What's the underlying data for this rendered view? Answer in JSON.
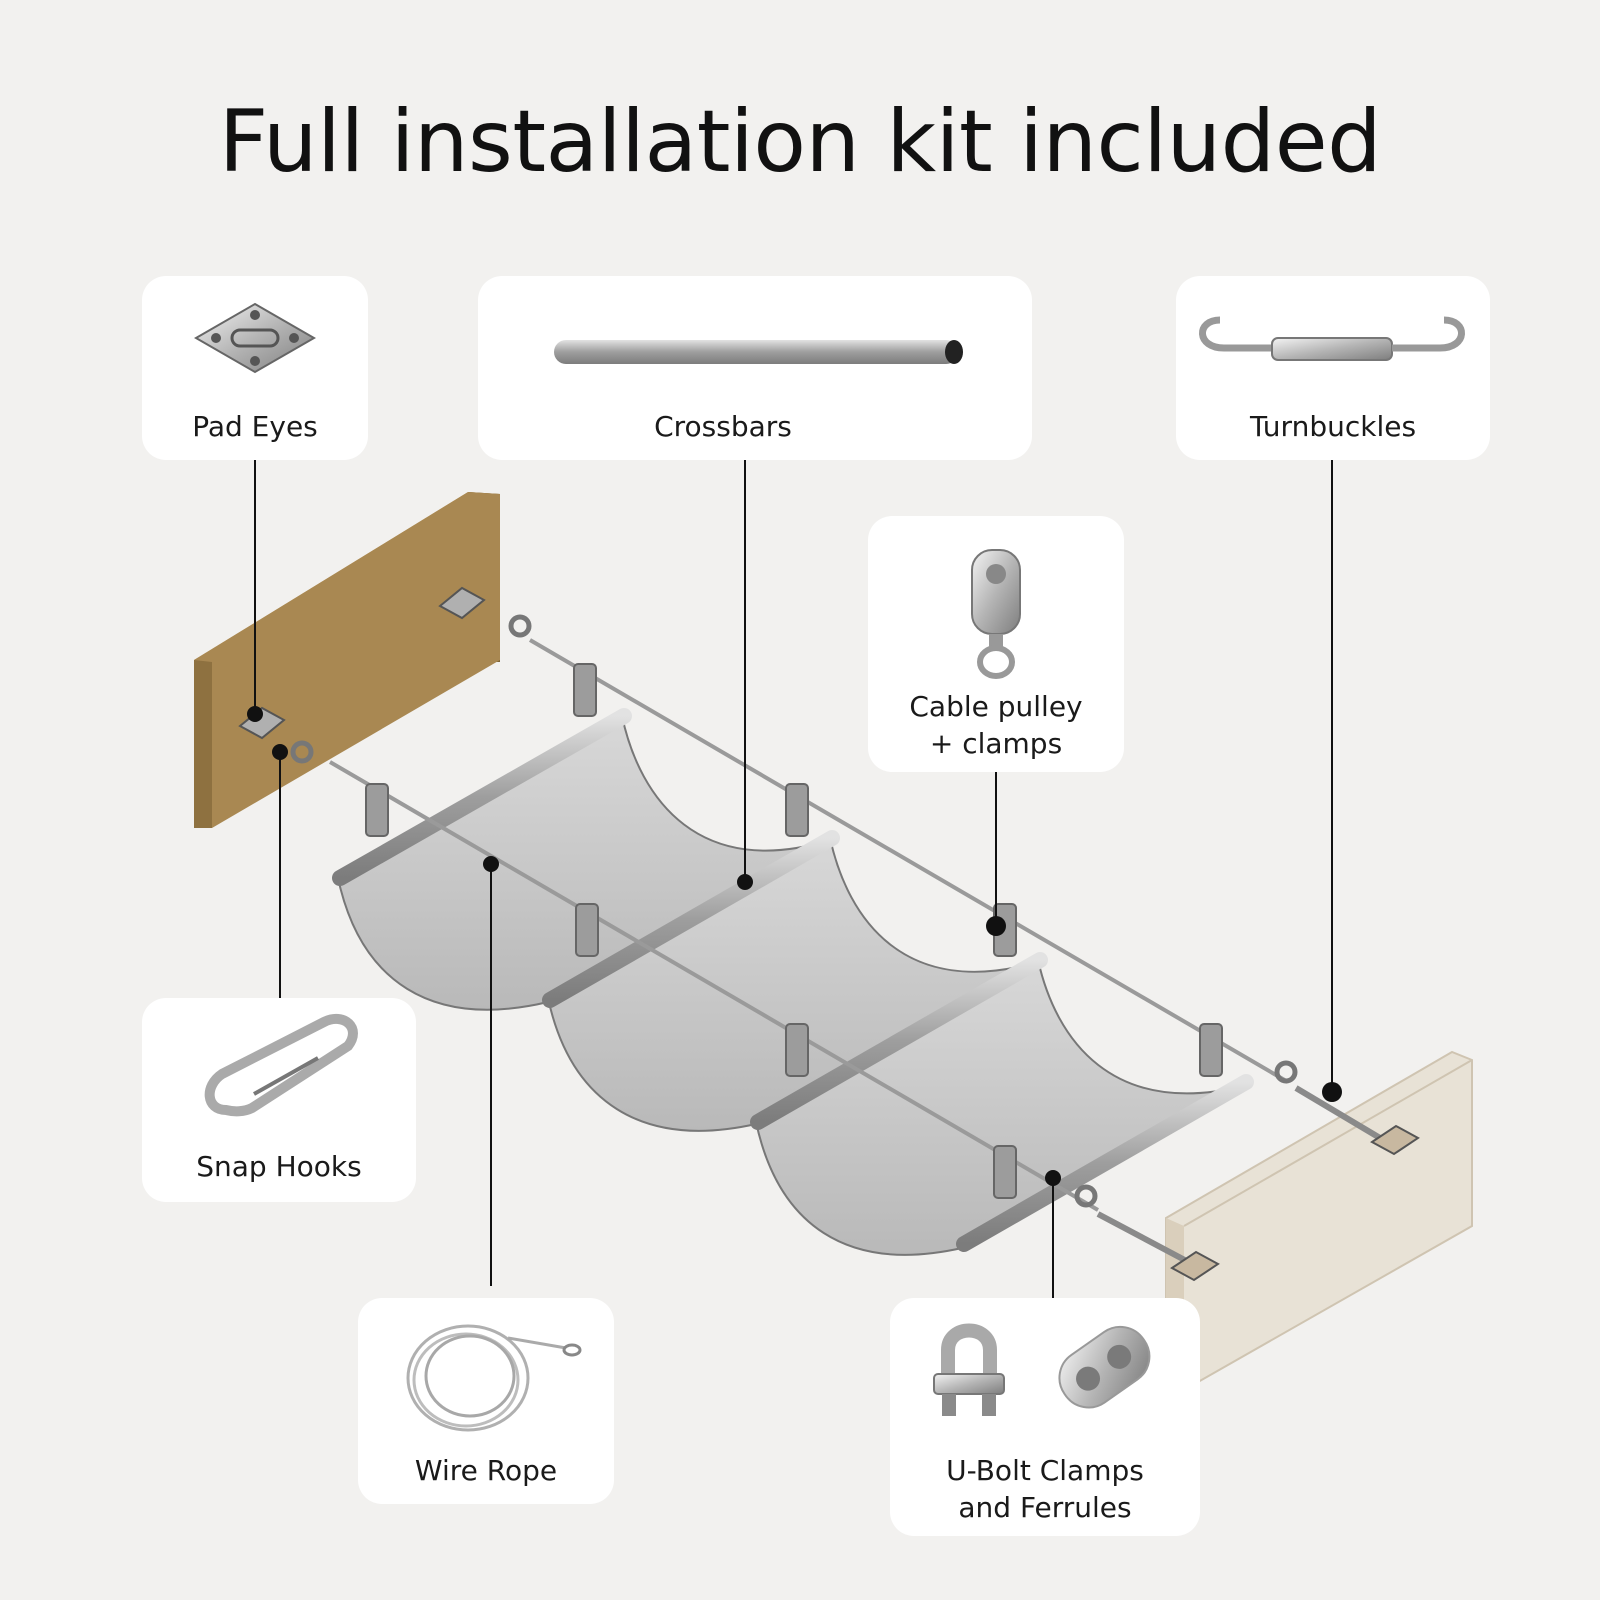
{
  "title": "Full installation kit included",
  "components": {
    "pad_eyes": "Pad Eyes",
    "crossbars": "Crossbars",
    "turnbuckles": "Turnbuckles",
    "cable_pulley": "Cable pulley + clamps",
    "snap_hooks": "Snap Hooks",
    "wire_rope": "Wire Rope",
    "ubolt": "U-Bolt Clamps and Ferrules"
  },
  "colors": {
    "background": "#f2f1ef",
    "card": "#ffffff",
    "wood_left": "#a98852",
    "wood_right": "#e4dccd",
    "fabric": "#c9c9c9",
    "metal": "#a9a9a9",
    "leader": "#111111"
  }
}
